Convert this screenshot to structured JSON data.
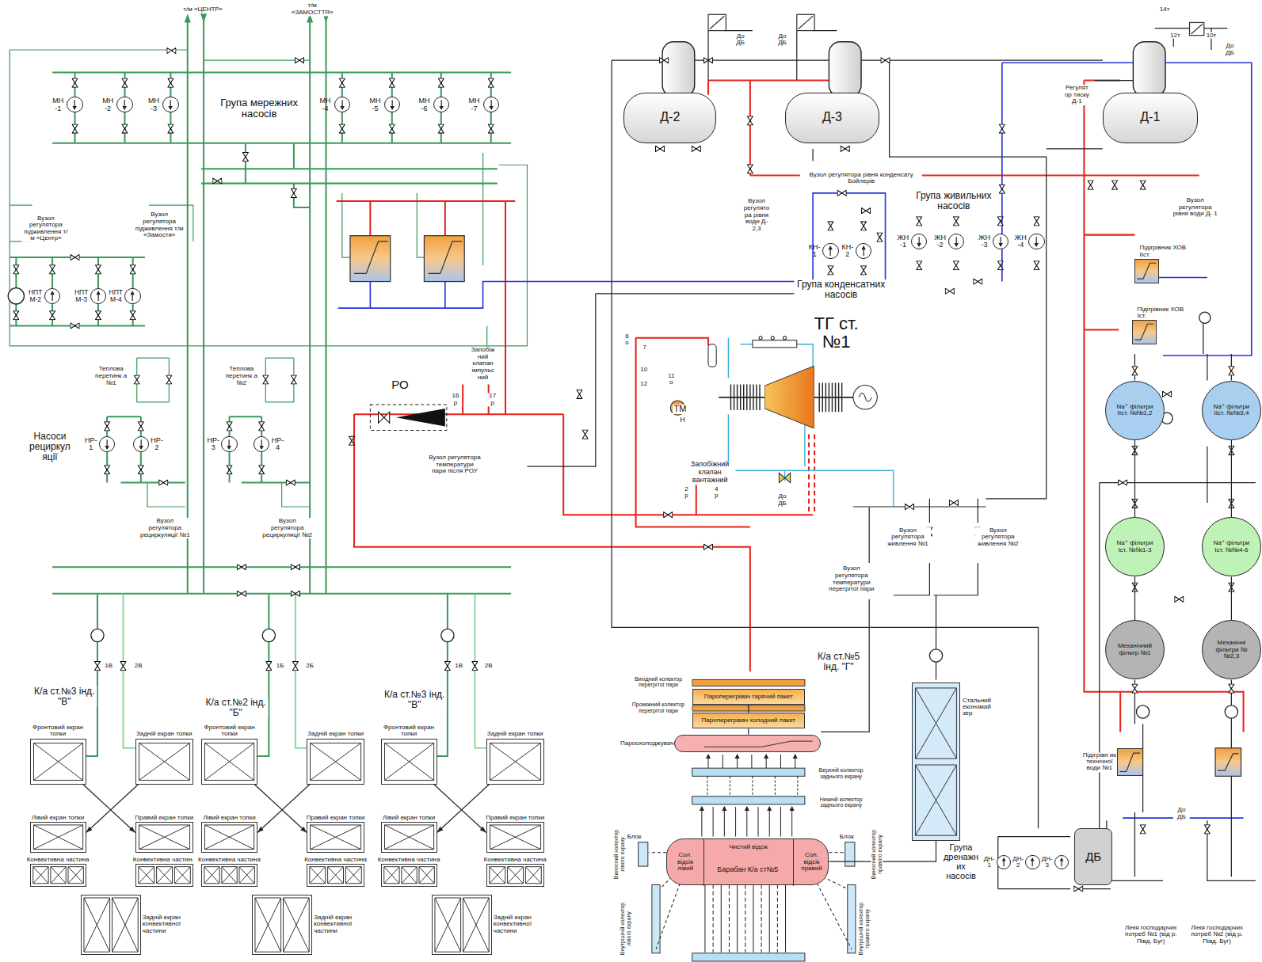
{
  "diagram": {
    "nodes": [
      {
        "text": [
          "Д-2"
        ]
      },
      {
        "text": [
          "Д-3"
        ]
      },
      {
        "text": [
          "Д-1"
        ]
      },
      {
        "text": [
          "МН -1"
        ]
      },
      {
        "text": [
          "МН -2"
        ]
      },
      {
        "text": [
          "МН -3"
        ]
      },
      {
        "text": [
          "МН -4"
        ]
      },
      {
        "text": [
          "МН -5"
        ]
      },
      {
        "text": [
          "МН -6"
        ]
      },
      {
        "text": [
          "МН -7"
        ]
      },
      {
        "text": [
          "НПТ М-2"
        ]
      },
      {
        "text": [
          "НПТ М-3"
        ]
      },
      {
        "text": [
          "НПТ М-4"
        ]
      },
      {
        "text": [
          "НР- 1"
        ]
      },
      {
        "text": [
          "НР- 2"
        ]
      },
      {
        "text": [
          "НР- 3"
        ]
      },
      {
        "text": [
          "НР- 4"
        ]
      },
      {
        "text": [
          "КН- 1"
        ]
      },
      {
        "text": [
          "КН- 2"
        ]
      },
      {
        "text": [
          "ЖН -1"
        ]
      },
      {
        "text": [
          "ЖН -2"
        ]
      },
      {
        "text": [
          "ЖН -3"
        ]
      },
      {
        "text": [
          "ЖН -4"
        ]
      },
      {
        "text": [
          "ДН- 1"
        ]
      },
      {
        "text": [
          "ДН- 2"
        ]
      },
      {
        "text": [
          "ДН- 3"
        ]
      },
      {
        "text": [
          "ДБ"
        ]
      },
      {
        "text": [
          "Na⁺ фільтри ІІст. №№1,2"
        ]
      },
      {
        "text": [
          "Na⁺ фільтри ІІст. №№3,4"
        ]
      },
      {
        "text": [
          "Na⁺ фільтри Іст. №№1-3"
        ]
      },
      {
        "text": [
          "Na⁺ фільтри Іст. №№4-6"
        ]
      },
      {
        "text": [
          "Механічний фільтр №1"
        ]
      },
      {
        "text": [
          "Механічні фільтри №№2,3"
        ]
      },
      {
        "text": [
          "Підігрівник ХОВ ІІст."
        ]
      },
      {
        "text": [
          "Підігрівник ХОВ Іст."
        ]
      },
      {
        "text": [
          "Підігрівн ик технічної води №1"
        ]
      },
      {
        "text": [
          "Пароперегрівач гарячий пакет"
        ]
      },
      {
        "text": [
          "Пароперегрівач холодний пакет"
        ]
      },
      {
        "text": [
          "Пароохолоджувач"
        ]
      },
      {
        "text": [
          "Барабан К/а ст№5"
        ]
      },
      {
        "text": [
          "Сол. відсік лівий"
        ],
        "in": 39
      },
      {
        "text": [
          "Чистий відсік"
        ],
        "in": 39
      },
      {
        "text": [
          "Сол. відсік правий"
        ],
        "in": 39
      },
      {
        "text": [
          "Стальний економай зер"
        ]
      },
      {
        "text": [
          "ТГ ст.№1"
        ]
      },
      {
        "text": [
          "Фронтовий екран топки"
        ]
      },
      {
        "text": [
          "Задній екран топки"
        ]
      },
      {
        "text": [
          "Лівий екран топки"
        ]
      },
      {
        "text": [
          "Правий екран топки"
        ]
      },
      {
        "text": [
          "Конвективна частина"
        ]
      },
      {
        "text": [
          "Конвективна частина"
        ]
      },
      {
        "text": [
          "Задній екран конвективної частини"
        ]
      },
      {
        "text": [
          "Фронтовий екран топки"
        ]
      },
      {
        "text": [
          "Задній екран топки"
        ]
      },
      {
        "text": [
          "Лівий екран топки"
        ]
      },
      {
        "text": [
          "Правий екран топки"
        ]
      },
      {
        "text": [
          "Конвективна частина"
        ]
      },
      {
        "text": [
          "Конвективна частина"
        ]
      },
      {
        "text": [
          "Задній екран конвективної частини"
        ]
      },
      {
        "text": [
          "Фронтовий екран топки"
        ]
      },
      {
        "text": [
          "Задній екран топки"
        ]
      },
      {
        "text": [
          "Лівий екран топки"
        ]
      },
      {
        "text": [
          "Правий екран топки"
        ]
      },
      {
        "text": [
          "Конвективна частина"
        ]
      },
      {
        "text": [
          "Конвективна частина"
        ]
      },
      {
        "text": [
          "Задній екран конвективної частини"
        ]
      }
    ],
    "edges": [
      {
        "from": 31,
        "to": 29,
        "arrow": "none"
      },
      {
        "from": 32,
        "to": 30,
        "arrow": "none"
      },
      {
        "from": 29,
        "to": 27,
        "arrow": "none"
      },
      {
        "from": 30,
        "to": 28,
        "arrow": "none"
      },
      {
        "from": 43,
        "to": 39,
        "arrow": "none"
      },
      {
        "from": 38,
        "to": 37,
        "arrow": "none"
      },
      {
        "from": 37,
        "to": 36,
        "arrow": "none"
      },
      {
        "from": 46,
        "to": 47,
        "arrow": "to"
      },
      {
        "from": 45,
        "to": 48,
        "arrow": "to"
      },
      {
        "from": 53,
        "to": 54,
        "arrow": "to"
      },
      {
        "from": 52,
        "to": 55,
        "arrow": "to"
      },
      {
        "from": 60,
        "to": 61,
        "arrow": "to"
      },
      {
        "from": 59,
        "to": 62,
        "arrow": "to"
      }
    ],
    "labels": [
      "т/м «ЦЕНТР»",
      "т/м «ЗАМОСТТЯ»",
      "Група мережних насосів",
      "Вузол регулятора підживлення т/м «Центр»",
      "Вузол регулятора підживлення т/м «Замостя»",
      "Теплова перетинк а №1",
      "Теплова перетинк а №2",
      "Насоси рециркул яції",
      "Вузол регулятора рециркуляції №1",
      "Вузол регулятора рециркуляції №2",
      "К/а ст.№3 інд. \"В\"",
      "1В",
      "2В",
      "К/а ст.№2 інд. \"Б\"",
      "1Б",
      "2Б",
      "К/а ст.№3 інд. \"В\"",
      "1В",
      "2В",
      "РО",
      "Запобіж ний клапан імпульс ний",
      "16 р",
      "17 р",
      "Вузол регулятора температури пари після РОУ",
      "До ДБ",
      "До ДБ",
      "14т",
      "12т",
      "10т",
      "До ДБ",
      "Регулят ор тиску Д-1",
      "Вузол регулятора рівня конденсату Бойлерів",
      "Вузол регулято ра рівня води Д- 2,3",
      "Група живильних насосів",
      "Група конденсатних насосів",
      "Вузол регулятора рівня води Д- 1",
      "6 о",
      "7",
      "10",
      "11 о",
      "12",
      "ТМ",
      "Н",
      "Запобіжний клапан вантажний",
      "4 р",
      "2 р",
      "До ДБ",
      "Вузол регулятора живлення №1",
      "Вузол регулятора живлення №2",
      "Вузол регулятора температури перегрітої пари",
      "К/а ст.№5 інд. \"Г\"",
      "Вихідний колектор перегрітої пари",
      "Проміжний колектор перегрітої пари",
      "Верхній колектор заднього екрану",
      "Нижній колектор заднього екрану",
      "Блок",
      "Блок",
      "Виносний колектор лівого екрану",
      "Виносний колектор правого екрану",
      "Внутрішній колектор лівого екрану",
      "Внутрішній колектор правого екрану",
      "Група дренажн их насосів",
      "До ДБ",
      "Лінія господарчих потреб №1 (від р. Півд. Буг)",
      "Лінія господарчих потреб №2 (від р. Півд. Буг)"
    ]
  }
}
